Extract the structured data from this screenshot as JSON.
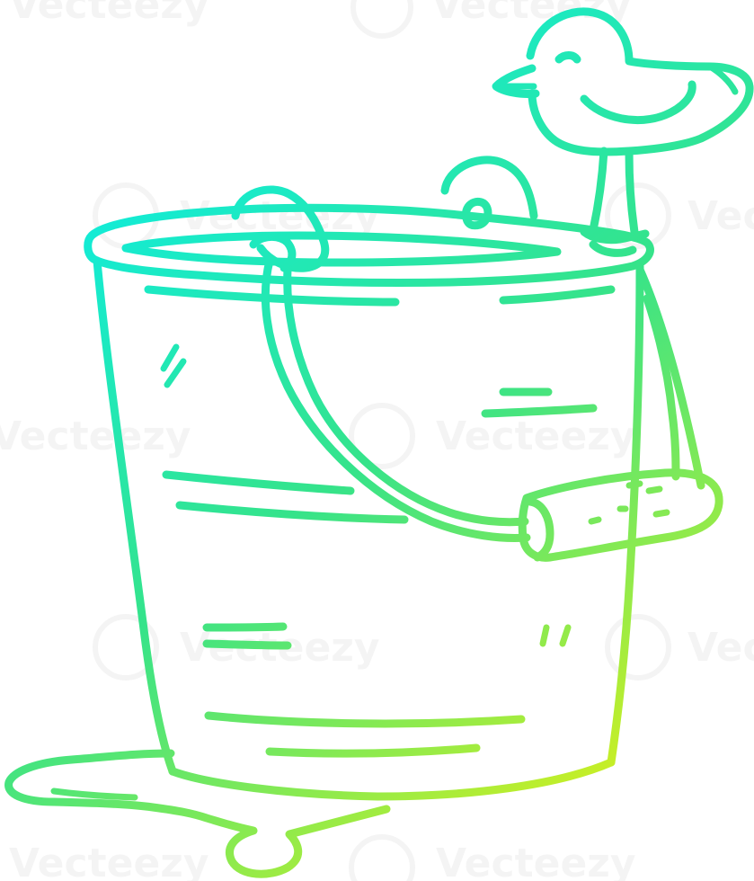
{
  "illustration": {
    "subject": "cartoon bucket with handle and bird perched on the rim, with a puddle of water underneath",
    "style": "line art with cold gradient stroke",
    "gradient_colors": {
      "start": "#00f0ff",
      "middle": "#35e38a",
      "end": "#fff300"
    },
    "background": "#ffffff"
  },
  "watermark": {
    "text": "Vecteezy",
    "color": "#000000"
  }
}
